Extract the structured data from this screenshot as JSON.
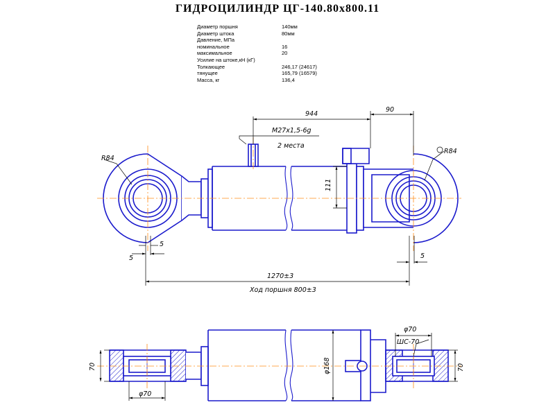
{
  "title": "ГИДРОЦИЛИНДР ЦГ-140.80х800.11",
  "specs": [
    {
      "label": "Диаметр поршня",
      "value": "140мм"
    },
    {
      "label": "Диаметр штока",
      "value": "80мм"
    },
    {
      "label": "Давление, МПа",
      "value": ""
    },
    {
      "label": "номинальное",
      "value": "16"
    },
    {
      "label": "максимальное",
      "value": "20"
    },
    {
      "label": "Усилие на штоке,кН (кГ)",
      "value": ""
    },
    {
      "label": "Толкающее",
      "value": "246,17  (24617)"
    },
    {
      "label": "тянущее",
      "value": "165,79  (16579)"
    },
    {
      "label": "Масса, кг",
      "value": "136,4"
    }
  ],
  "dims": {
    "d944": "944",
    "d90": "90",
    "thread": "M27x1,5-6g",
    "places": "2 места",
    "r84_left": "R84",
    "r84_right": "R84",
    "d111": "111",
    "d5a": "5",
    "d5b": "5",
    "d5c": "5",
    "d1270": "1270±3",
    "stroke": "Ход поршня 800±3",
    "phi70_top": "φ70",
    "shs70": "ШС-70",
    "phi168": "φ168",
    "d70_left": "70",
    "d70_right": "70",
    "phi70_bottom": "φ70"
  },
  "colors": {
    "outline": "#1a1acc",
    "dimension": "#000000",
    "centerline": "#ff8c1a"
  }
}
